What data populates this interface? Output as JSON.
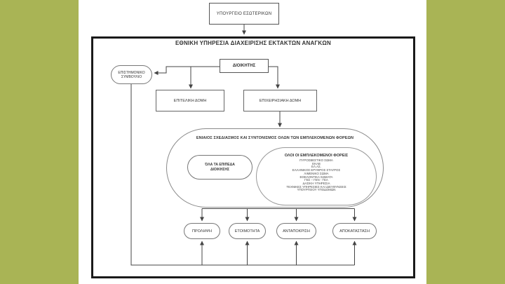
{
  "colors": {
    "side_panel_green": "#a9b455",
    "frame_border": "#1a1a1a",
    "connector": "#444444"
  },
  "diagram": {
    "ministry": "ΥΠΟΥΡΓΕΙΟ ΕΣΩΤΕΡΙΚΩΝ",
    "frame_title": "ΕΘΝΙΚΗ ΥΠΗΡΕΣΙΑ ΔΙΑΧΕΙΡΙΣΗΣ ΕΚΤΑΚΤΩΝ ΑΝΑΓΚΩΝ",
    "commander": "ΔΙΟΙΚΗΤΗΣ",
    "scientific_council": "ΕΠΙΣΤΗΜΟΝΙΚΟ ΣΥΜΒΟΥΛΙΟ",
    "staff_structure": "ΕΠΙΤΕΛΙΚΗ ΔΟΜΗ",
    "operational_structure": "ΕΠΙΧΕΙΡΗΣΙΑΚΗ ΔΟΜΗ",
    "planning_title": "ΕΝΙΑΙΟΣ ΣΧΕΔΙΑΣΜΟΣ ΚΑΙ ΣΥΝΤΟΝΙΣΜΟΣ ΟΛΩΝ ΤΩΝ ΕΜΠΛΕΚΟΜΕΝΩΝ ΦΟΡΕΩΝ",
    "admin_levels": "ΌΛΑ ΤΑ ΕΠΙΠΕΔΑ ΔΙΟΙΚΗΣΗΣ",
    "entities_title": "ΟΛΟΙ ΟΙ ΕΜΠΛΕΚΟΜΕΝΟΙ ΦΟΡΕΙΣ",
    "entities": [
      "ΠΥΡΟΣΒΕΣΤΙΚΟ ΣΩΜΑ",
      "ΕΚΑΒ",
      "ΕΛ.ΑΣ.",
      "ΕΛΛΗΝΙΚΟΣ ΕΡΥΘΡΟΣ ΣΤΑΥΡΟΣ",
      "ΛΙΜΕΝΙΚΟ ΣΩΜΑ",
      "ΕΘΕΛΟΝΤΙΚΑ ΣΩΜΑΤΑ",
      "ΓΕΣ – ΓΕΝ - ΓΕΑ",
      "ΔΑΣΙΚΗ ΥΠΗΡΕΣΙΑ",
      "ΤΕΧΝΙΚΕΣ ΥΠΗΡΕΣΙΕΣ ΚΑΙ ΔΙΕΥΘΥΝΣΕΙΣ",
      "ΥΠΟΥΡΓΕΙΟΥ ΥΠΟΔΟΜΩΝ"
    ],
    "phases": [
      "ΠΡΟΛΗΨΗ",
      "ΕΤΟΙΜΟΤΗΤΑ",
      "ΑΝΤΑΠΟΚΡΙΣΗ",
      "ΑΠΟΚΑΤΑΣΤΑΣΗ"
    ]
  }
}
